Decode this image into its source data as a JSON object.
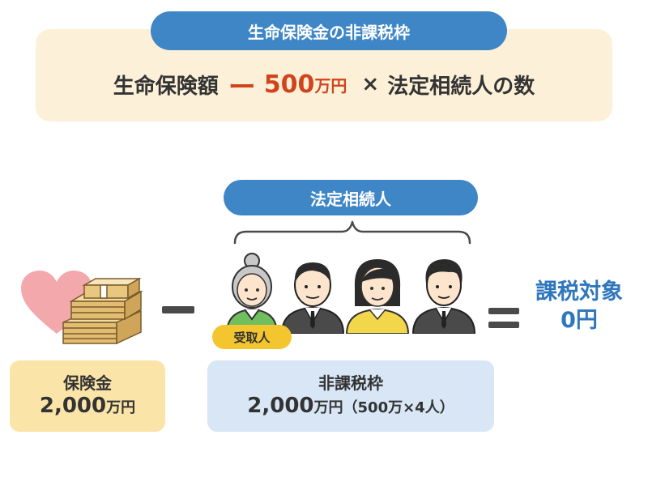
{
  "formula": {
    "title": "生命保険金の非課税枠",
    "term1": "生命保険額",
    "minus": "ー",
    "amount": "500",
    "unit": "万円",
    "times": "×",
    "term2": "法定相続人の数"
  },
  "heirs": {
    "label": "法定相続人"
  },
  "recipient_badge": "受取人",
  "insurance": {
    "label": "保険金",
    "amount": "2,000",
    "unit": "万円"
  },
  "allowance": {
    "label": "非課税枠",
    "amount": "2,000",
    "unit": "万円（500万×4人）"
  },
  "result": {
    "label": "課税対象",
    "value": "0円"
  },
  "icons": [
    "heart-icon",
    "money-stack-icon",
    "grandmother-icon",
    "grandfather-icon",
    "woman-icon",
    "man-icon"
  ],
  "colors": {
    "pill_blue": "#3f86c6",
    "panel_cream": "#fcf1d8",
    "accent_red": "#d0431c",
    "result_blue": "#2e77bd",
    "insurance_box": "#fbe4a8",
    "allowance_box": "#d8e6f5",
    "badge_yellow": "#f3c630",
    "heart_pink": "#f3a9ac",
    "dark": "#333333"
  }
}
